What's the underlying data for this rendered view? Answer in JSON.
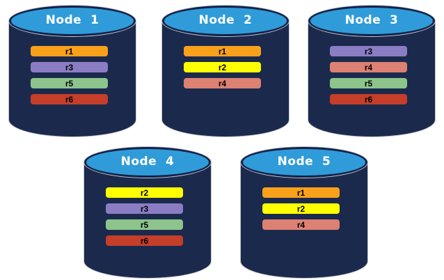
{
  "diagram": {
    "background": "#ffffff",
    "colors": {
      "cylinder_body": "#1b2a4c",
      "cylinder_top_fill": "#2f9cd9",
      "cylinder_outline": "#14224a",
      "cylinder_edge_highlight": "#c5cad3",
      "title_text": "#ffffff",
      "bar_text": "#000000"
    },
    "replica_colors": {
      "r1": "#f9a11b",
      "r2": "#ffff00",
      "r3": "#8b7dc4",
      "r4": "#dd8173",
      "r5": "#8cc48b",
      "r6": "#c43e2a"
    },
    "nodes": [
      {
        "title": "Node  1",
        "replicas": [
          "r1",
          "r3",
          "r5",
          "r6"
        ]
      },
      {
        "title": "Node  2",
        "replicas": [
          "r1",
          "r2",
          "r4"
        ]
      },
      {
        "title": "Node  3",
        "replicas": [
          "r3",
          "r4",
          "r5",
          "r6"
        ]
      },
      {
        "title": "Node  4",
        "replicas": [
          "r2",
          "r3",
          "r5",
          "r6"
        ]
      },
      {
        "title": "Node  5",
        "replicas": [
          "r1",
          "r2",
          "r4"
        ]
      }
    ]
  }
}
